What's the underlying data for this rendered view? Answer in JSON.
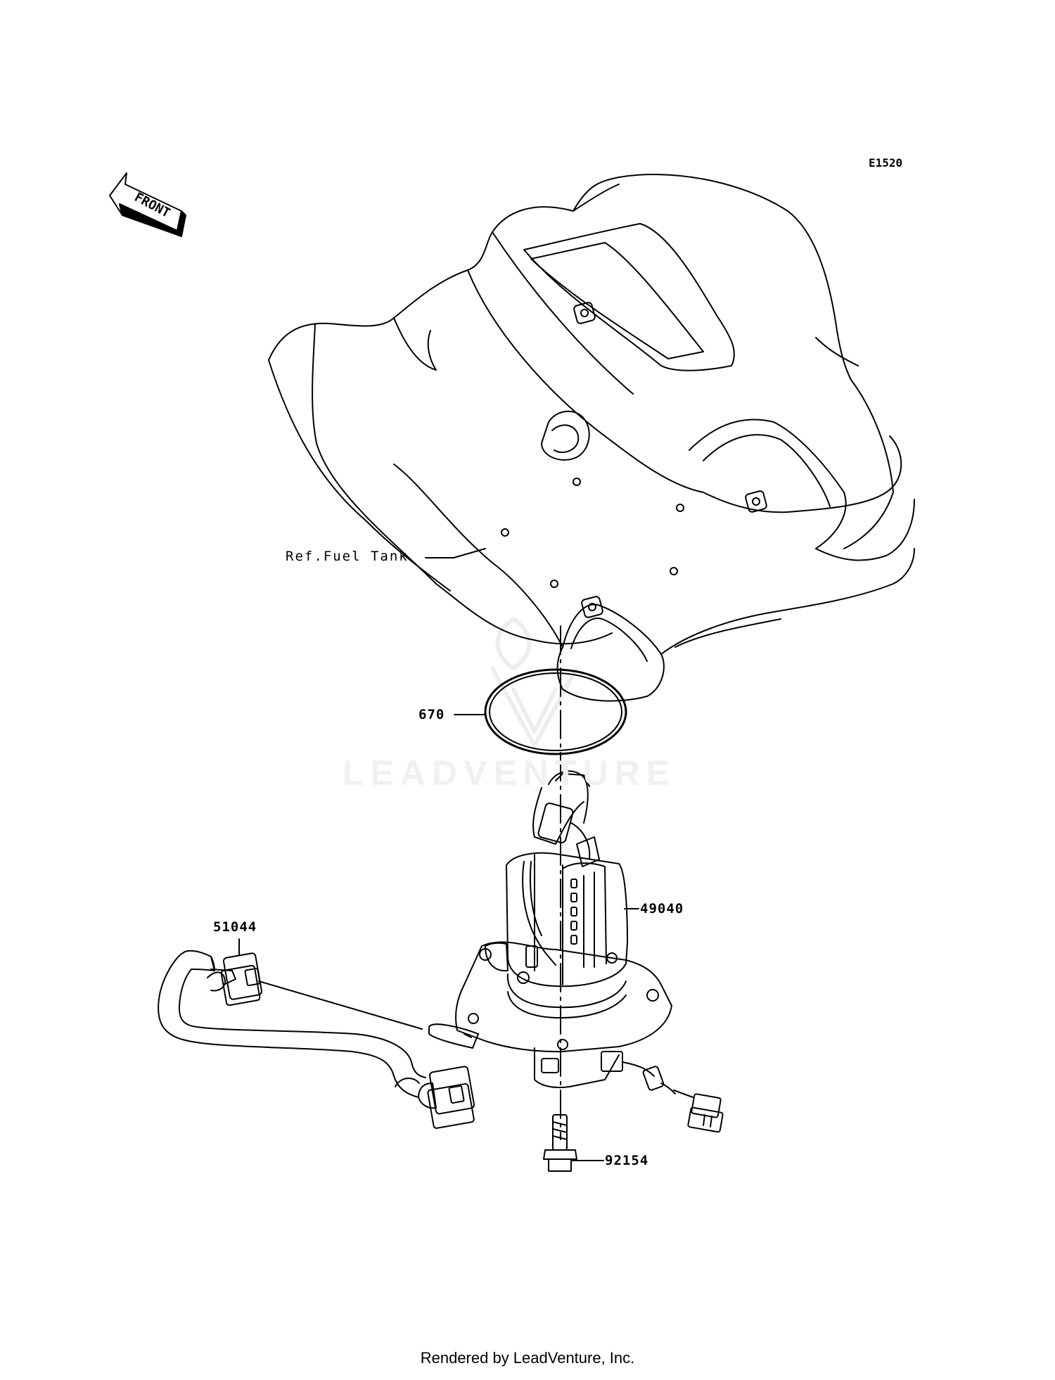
{
  "diagram_code": "E1520",
  "front_marker": "FRONT",
  "reference": {
    "fuel_tank": "Ref.Fuel Tank"
  },
  "parts": [
    {
      "number": "670"
    },
    {
      "number": "49040"
    },
    {
      "number": "51044"
    },
    {
      "number": "92154"
    }
  ],
  "watermark": "LEADVENTURE",
  "footer": "Rendered by LeadVenture, Inc."
}
